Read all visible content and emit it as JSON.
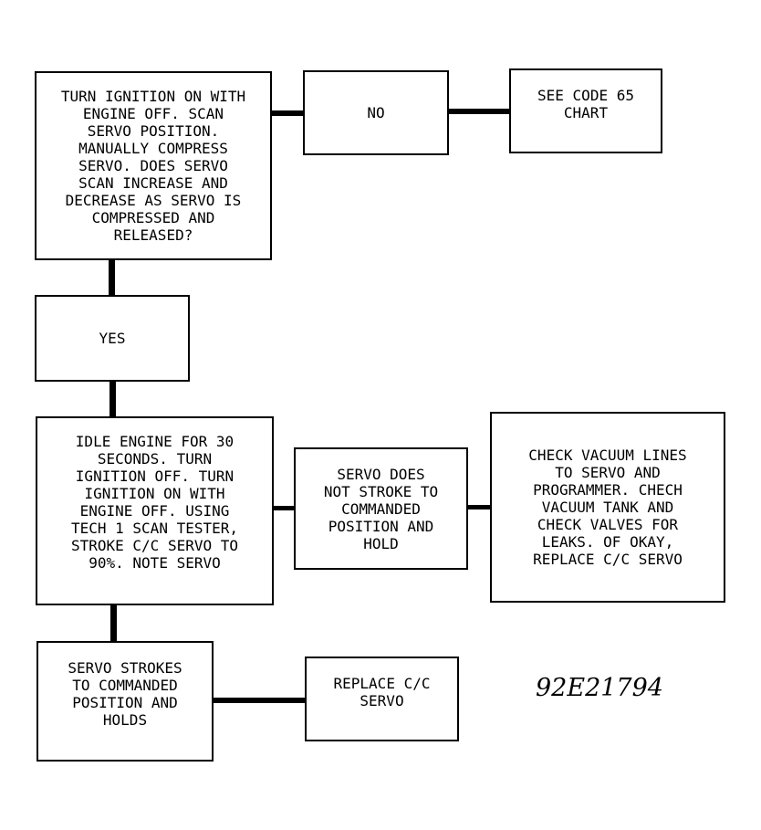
{
  "diagram": {
    "nodes": {
      "ignition_check": "TURN IGNITION ON WITH\nENGINE OFF. SCAN\nSERVO POSITION.\nMANUALLY COMPRESS\nSERVO. DOES SERVO\nSCAN INCREASE AND\nDECREASE AS SERVO IS\nCOMPRESSED AND\nRELEASED?",
      "no": "NO",
      "see_code": "SEE CODE 65\nCHART",
      "yes": "YES",
      "idle_engine": "IDLE ENGINE FOR 30\nSECONDS. TURN\nIGNITION OFF. TURN\nIGNITION ON WITH\nENGINE OFF. USING\nTECH 1 SCAN TESTER,\nSTROKE C/C SERVO TO\n90%. NOTE SERVO",
      "servo_not_stroke": "SERVO DOES\nNOT STROKE TO\nCOMMANDED\nPOSITION AND\nHOLD",
      "check_vacuum": "CHECK VACUUM LINES\nTO SERVO AND\nPROGRAMMER. CHECH\nVACUUM TANK AND\nCHECK VALVES FOR\nLEAKS. OF OKAY,\nREPLACE C/C SERVO",
      "servo_strokes": "SERVO STROKES\nTO COMMANDED\nPOSITION AND\nHOLDS",
      "replace_servo": "REPLACE C/C\nSERVO"
    },
    "edges": [
      {
        "from": "ignition_check",
        "to": "no"
      },
      {
        "from": "no",
        "to": "see_code"
      },
      {
        "from": "ignition_check",
        "to": "yes"
      },
      {
        "from": "yes",
        "to": "idle_engine"
      },
      {
        "from": "idle_engine",
        "to": "servo_not_stroke"
      },
      {
        "from": "servo_not_stroke",
        "to": "check_vacuum"
      },
      {
        "from": "idle_engine",
        "to": "servo_strokes"
      },
      {
        "from": "servo_strokes",
        "to": "replace_servo"
      }
    ],
    "figure_id": "92E21794"
  }
}
